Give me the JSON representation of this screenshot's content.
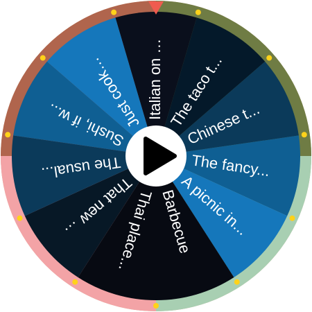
{
  "wheel": {
    "segments": [
      {
        "label": "Italian on …",
        "color": "#0a0f1c"
      },
      {
        "label": "The taco t...",
        "color": "#04192a"
      },
      {
        "label": "Chinese t...",
        "color": "#0b3a5a"
      },
      {
        "label": "The fancy...",
        "color": "#0f5f93"
      },
      {
        "label": "A picnic in...",
        "color": "#1577bb"
      },
      {
        "label": "Barbecue",
        "color": "#070a12"
      },
      {
        "label": "Thai place...",
        "color": "#070a12"
      },
      {
        "label": "That new …",
        "color": "#071826"
      },
      {
        "label": "The usual...",
        "color": "#0b3a5a"
      },
      {
        "label": "Sushi, if w...",
        "color": "#0f5f93"
      },
      {
        "label": "Just cook…",
        "color": "#1577bb"
      }
    ],
    "rim_colors": {
      "top": "#9b6a47",
      "right": "#1e8a45",
      "bottom": "#f5d0d4",
      "left": "#ef5350"
    },
    "pointer_color": "#ef5b4f",
    "peg_color": "#ffd21a",
    "play_icon": "play-icon"
  }
}
